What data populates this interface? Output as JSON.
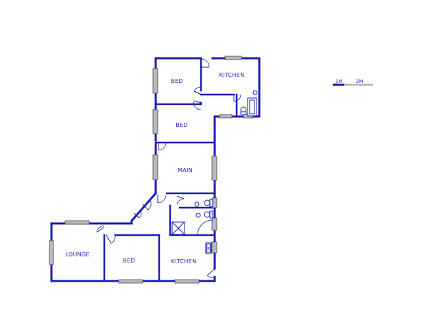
{
  "rooms": [
    {
      "id": "bed-top",
      "label": "BED"
    },
    {
      "id": "kitchen-top",
      "label": "KITCHEN"
    },
    {
      "id": "bed-middle",
      "label": "BED"
    },
    {
      "id": "main",
      "label": "MAIN"
    },
    {
      "id": "lounge",
      "label": "LOUNGE"
    },
    {
      "id": "bed-bottom",
      "label": "BED"
    },
    {
      "id": "kitchen-bottom",
      "label": "KITCHEN"
    }
  ],
  "scale_bar": {
    "label_1": "1M",
    "label_2": "2M"
  },
  "colors": {
    "wall": "#1a1ab8",
    "window": "#b9b9b9",
    "background": "#ffffff"
  }
}
